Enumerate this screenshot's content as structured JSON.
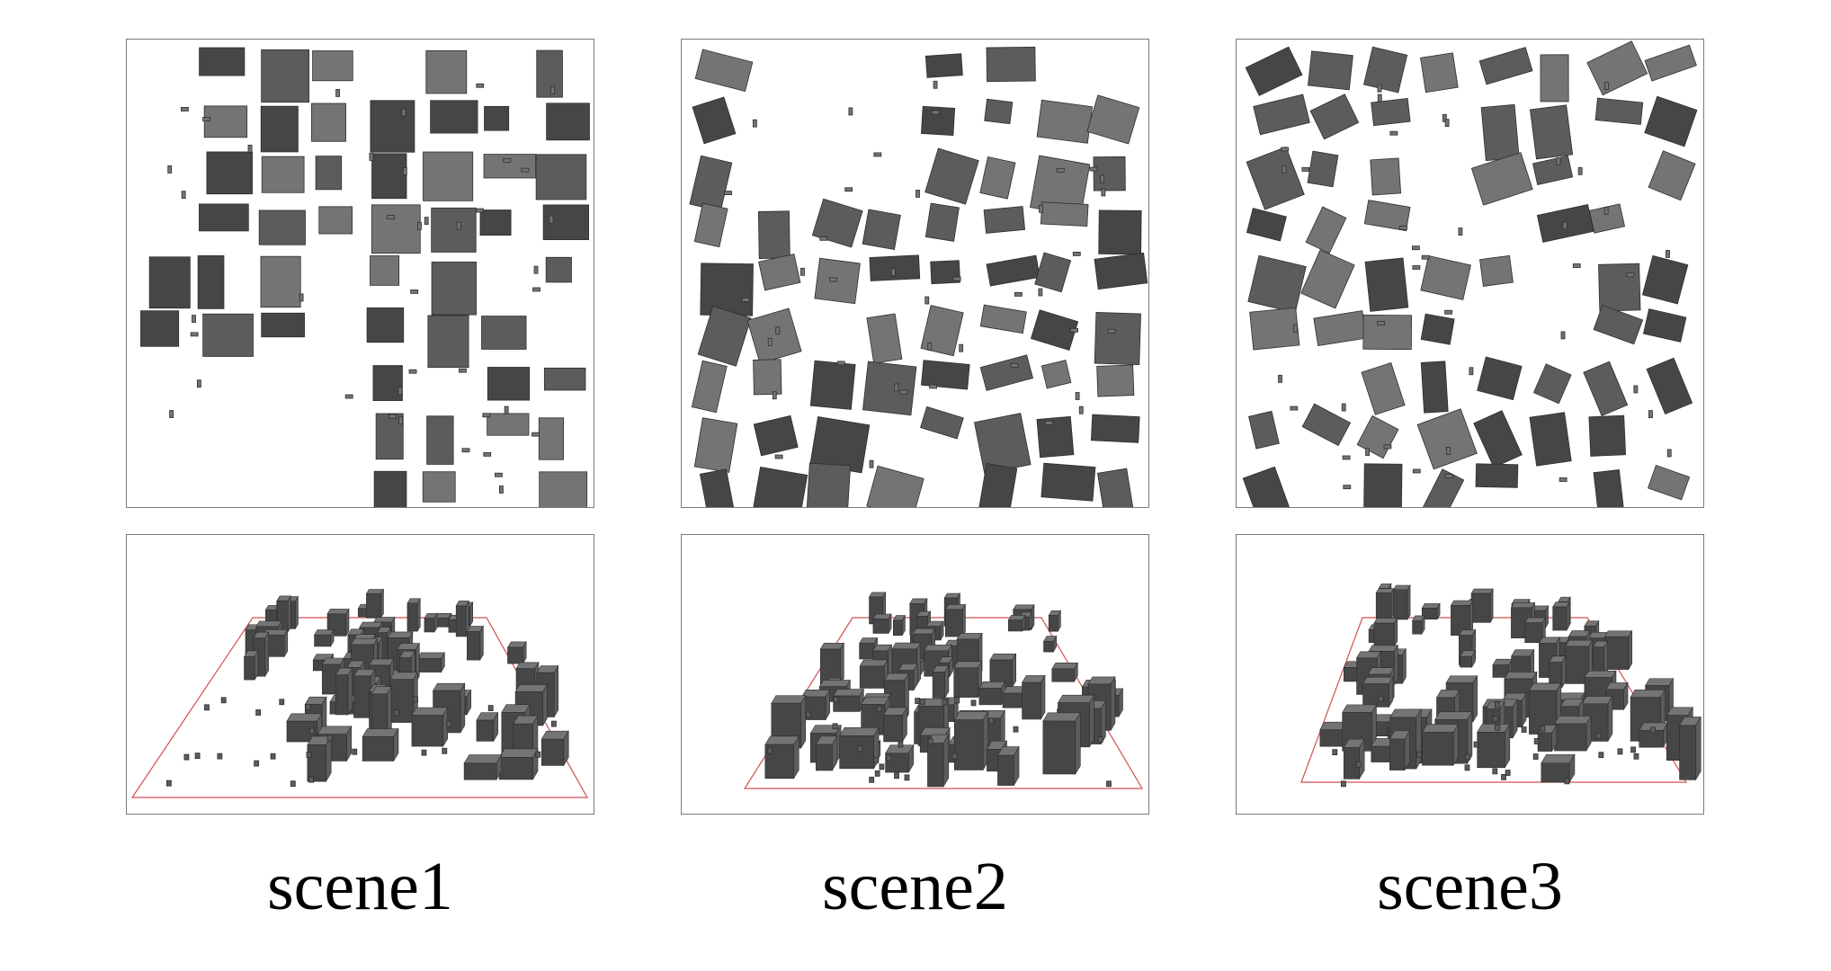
{
  "scenes": [
    {
      "label": "scene1"
    },
    {
      "label": "scene2"
    },
    {
      "label": "scene3"
    }
  ],
  "colors": {
    "background": "#ffffff",
    "frame_border": "#7a7a7a",
    "building_dark": "#464646",
    "building_mid": "#5c5c5c",
    "building_light": "#747474",
    "building_edge": "#2e2e2e",
    "ground_outline": "#d25050"
  }
}
